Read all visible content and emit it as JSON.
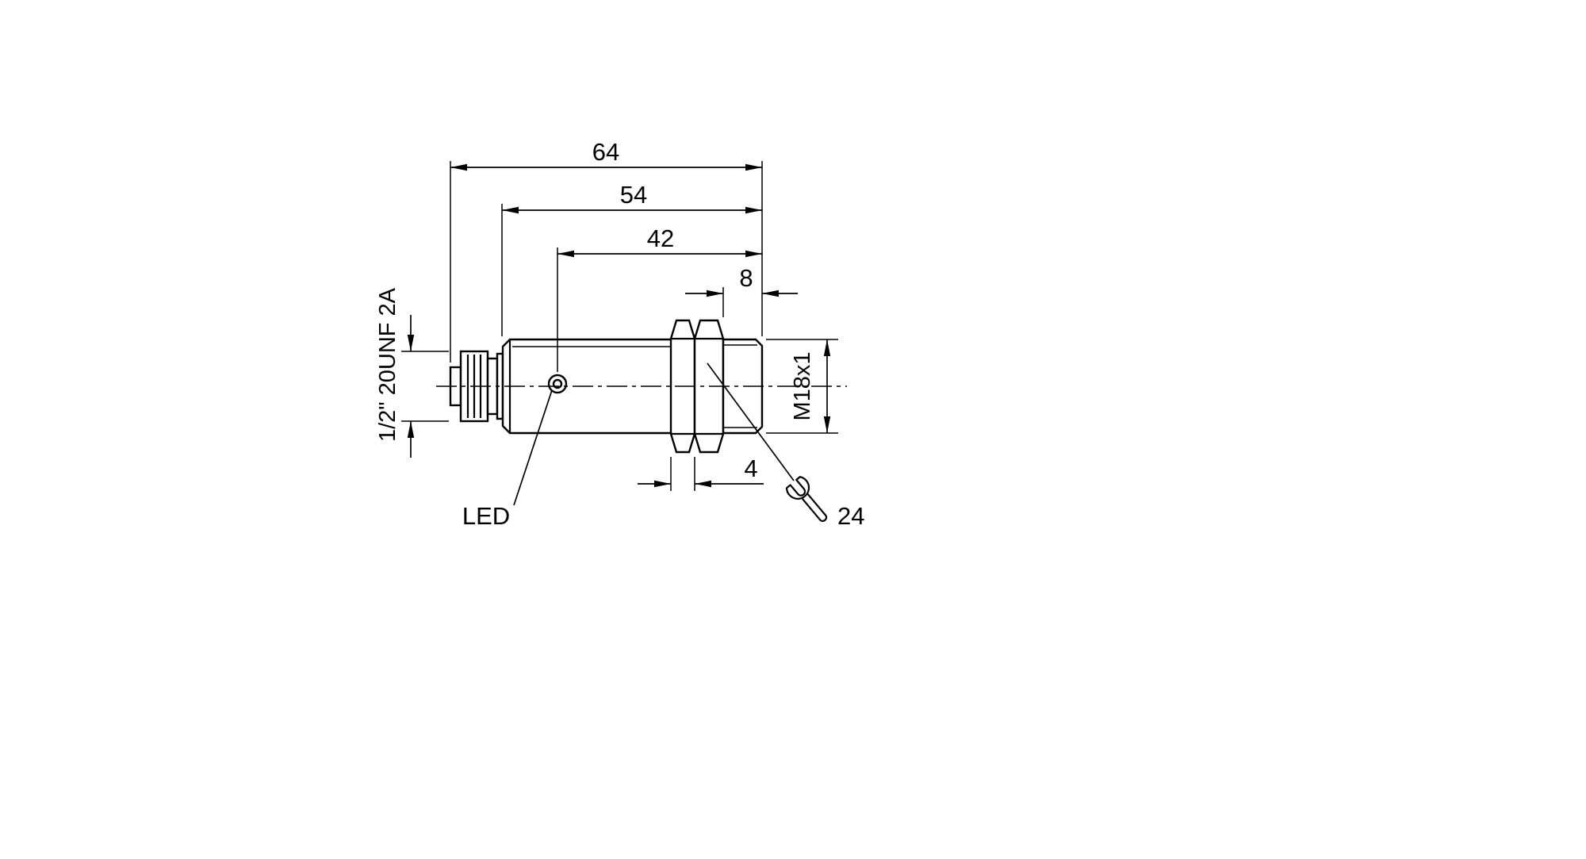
{
  "page": {
    "background": "#ffffff",
    "ink": "#000000"
  },
  "drawing": {
    "labels": {
      "led": "LED"
    },
    "icons": {
      "wrench": "open-end wrench (spanner) symbol"
    },
    "dimensions": {
      "overall_length": "64",
      "body_length": "54",
      "led_distance": "42",
      "front_thread_length": "8",
      "nut_thickness": "4",
      "mounting_thread": "M18x1",
      "wrench_size": "24",
      "connector_thread": "1/2\" 20UNF 2A"
    }
  }
}
